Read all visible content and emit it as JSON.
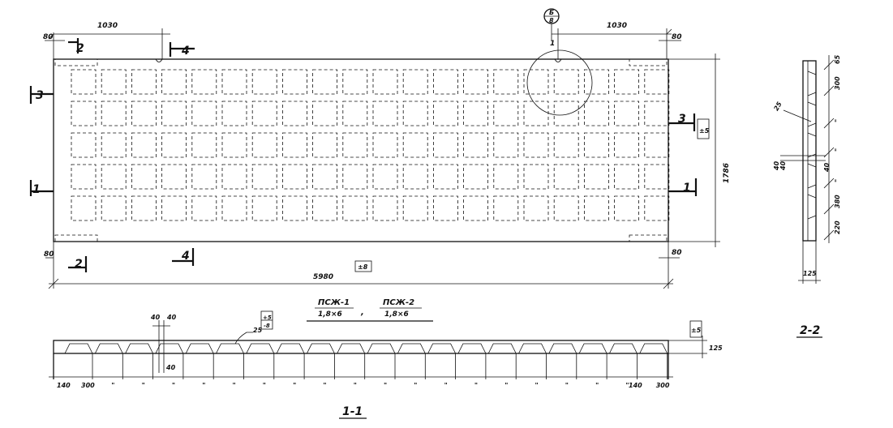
{
  "plan": {
    "dim_top_left": "1030",
    "dim_top_right": "1030",
    "dim_left_80_top": "80",
    "dim_right_80_top": "80",
    "dim_left_80_bottom": "80",
    "dim_right_80_bottom": "80",
    "dim_length": "5980",
    "tol_length": "±8",
    "dim_height": "1786",
    "tol_height": "±5",
    "callout_top": "Б",
    "callout_bottom": "8",
    "callout_mark": "1",
    "cut_labels": [
      "2",
      "4",
      "3",
      "1",
      "1",
      "3",
      "2",
      "4"
    ],
    "rows": 5,
    "cols": 20
  },
  "title": {
    "left_top": "ПСЖ-1",
    "left_bottom": "1,8×6",
    "separator": ",",
    "right_top": "ПСЖ-2",
    "right_bottom": "1,8×6"
  },
  "section11": {
    "dim_40a": "40",
    "dim_40b": "40",
    "dim_40c": "40",
    "tol_top": "+5",
    "tol_bottom": "-8",
    "dim_25": "25",
    "tol_right": "±5",
    "dim_125": "125",
    "bottom_dims": [
      "140",
      "300",
      "\"",
      "\"",
      "\"",
      "\"",
      "\"",
      "\"",
      "\"",
      "\"",
      "\"",
      "\"",
      "\"",
      "\"",
      "\"",
      "\"",
      "\"",
      "\"",
      "\"",
      "\"",
      "300",
      "140"
    ],
    "label": "1-1"
  },
  "section22": {
    "dims_right": [
      "65",
      "300",
      "\"",
      "\"",
      "\"",
      "380",
      "220"
    ],
    "dim_25": "25",
    "dim_40a": "40",
    "dim_40b": "40",
    "dim_40c": "40",
    "dim_125": "125",
    "label": "2-2"
  }
}
